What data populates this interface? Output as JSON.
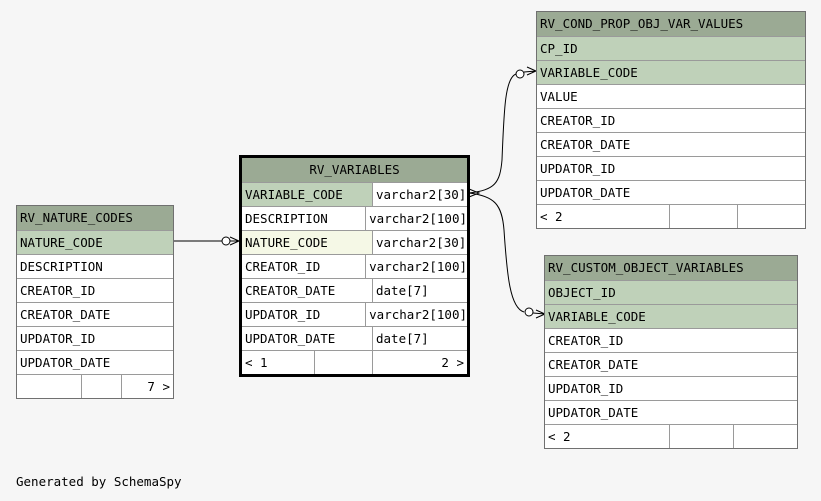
{
  "tables": {
    "nature_codes": {
      "title": "RV_NATURE_CODES",
      "rows": [
        "NATURE_CODE",
        "DESCRIPTION",
        "CREATOR_ID",
        "CREATOR_DATE",
        "UPDATOR_ID",
        "UPDATOR_DATE"
      ],
      "footer": [
        "",
        "",
        "7 >"
      ]
    },
    "variables": {
      "title": "RV_VARIABLES",
      "rows": [
        {
          "name": "VARIABLE_CODE",
          "type": "varchar2[30]"
        },
        {
          "name": "DESCRIPTION",
          "type": "varchar2[100]"
        },
        {
          "name": "NATURE_CODE",
          "type": "varchar2[30]"
        },
        {
          "name": "CREATOR_ID",
          "type": "varchar2[100]"
        },
        {
          "name": "CREATOR_DATE",
          "type": "date[7]"
        },
        {
          "name": "UPDATOR_ID",
          "type": "varchar2[100]"
        },
        {
          "name": "UPDATOR_DATE",
          "type": "date[7]"
        }
      ],
      "footer": [
        "< 1",
        "",
        "2 >"
      ]
    },
    "cond_prop": {
      "title": "RV_COND_PROP_OBJ_VAR_VALUES",
      "rows": [
        "CP_ID",
        "VARIABLE_CODE",
        "VALUE",
        "CREATOR_ID",
        "CREATOR_DATE",
        "UPDATOR_ID",
        "UPDATOR_DATE"
      ],
      "footer": [
        "< 2",
        "",
        ""
      ]
    },
    "custom_object": {
      "title": "RV_CUSTOM_OBJECT_VARIABLES",
      "rows": [
        "OBJECT_ID",
        "VARIABLE_CODE",
        "CREATOR_ID",
        "CREATOR_DATE",
        "UPDATOR_ID",
        "UPDATOR_DATE"
      ],
      "footer": [
        "< 2",
        "",
        ""
      ]
    }
  },
  "caption": "Generated by SchemaSpy"
}
